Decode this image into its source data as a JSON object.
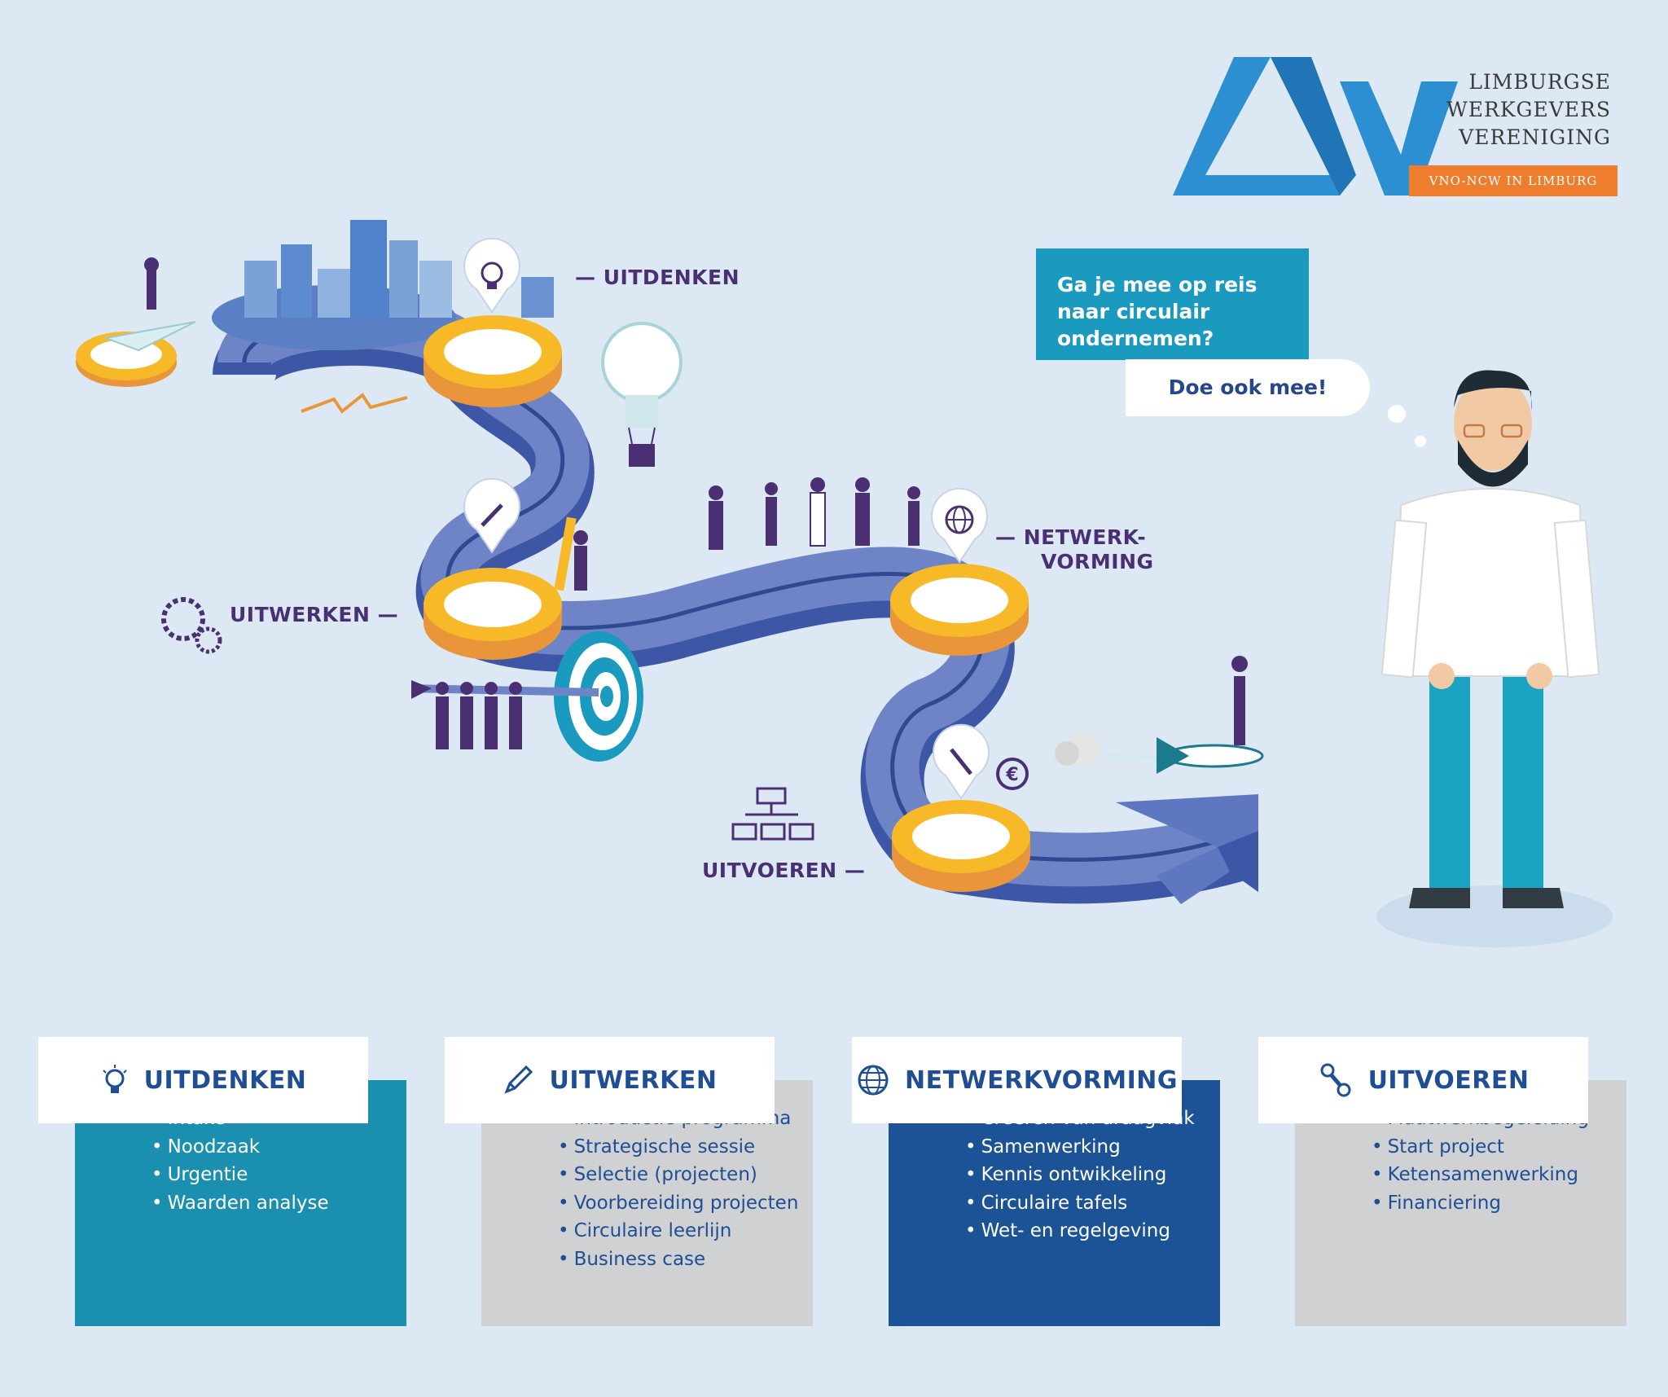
{
  "logo": {
    "line1": "LIMBURGSE",
    "line2": "WERKGEVERS",
    "line3": "VERENIGING",
    "sub": "VNO-NCW IN LIMBURG",
    "mark_color": "#2b8fd1",
    "sub_color": "#ef7d2e"
  },
  "speech": {
    "question": "Ga je mee op reis naar circulair ondernemen?",
    "answer": "Doe ook mee!"
  },
  "stages": {
    "uitdenken": "UITDENKEN",
    "uitwerken": "UITWERKEN",
    "netwerkvorming_1": "NETWERK-",
    "netwerkvorming_2": "VORMING",
    "uitvoeren": "UITVOEREN"
  },
  "cards": [
    {
      "title": "UITDENKEN",
      "icon": "lightbulb-icon",
      "color": "#1b8fb0",
      "text_color": "#ffffff",
      "items": [
        "Intake",
        "Noodzaak",
        "Urgentie",
        "Waarden analyse"
      ]
    },
    {
      "title": "UITWERKEN",
      "icon": "pencil-icon",
      "color": "#cfd1d3",
      "text_color": "#1f4e94",
      "items": [
        "Introductie programma",
        "Strategische sessie",
        "Selectie (projecten)",
        "Voorbereiding projecten",
        "Circulaire leerlijn",
        "Business case"
      ]
    },
    {
      "title": "NETWERKVORMING",
      "icon": "globe-icon",
      "color": "#1c5396",
      "text_color": "#ffffff",
      "items": [
        "Creëren van draagvlak",
        "Samenwerking",
        "Kennis ontwikkeling",
        "Circulaire tafels",
        "Wet- en regelgeving"
      ]
    },
    {
      "title": "UITVOEREN",
      "icon": "wrench-icon",
      "color": "#cfd1d3",
      "text_color": "#1f4e94",
      "items": [
        "Maatwerkbegeleiding",
        "Start project",
        "Ketensamenwerking",
        "Financiering"
      ]
    }
  ],
  "colors": {
    "background": "#dce9f5",
    "road": "#6f84c6",
    "road_dark": "#3d57a6",
    "platform": "#f7b928",
    "platform_side": "#e9963a",
    "label": "#4a2f73"
  }
}
